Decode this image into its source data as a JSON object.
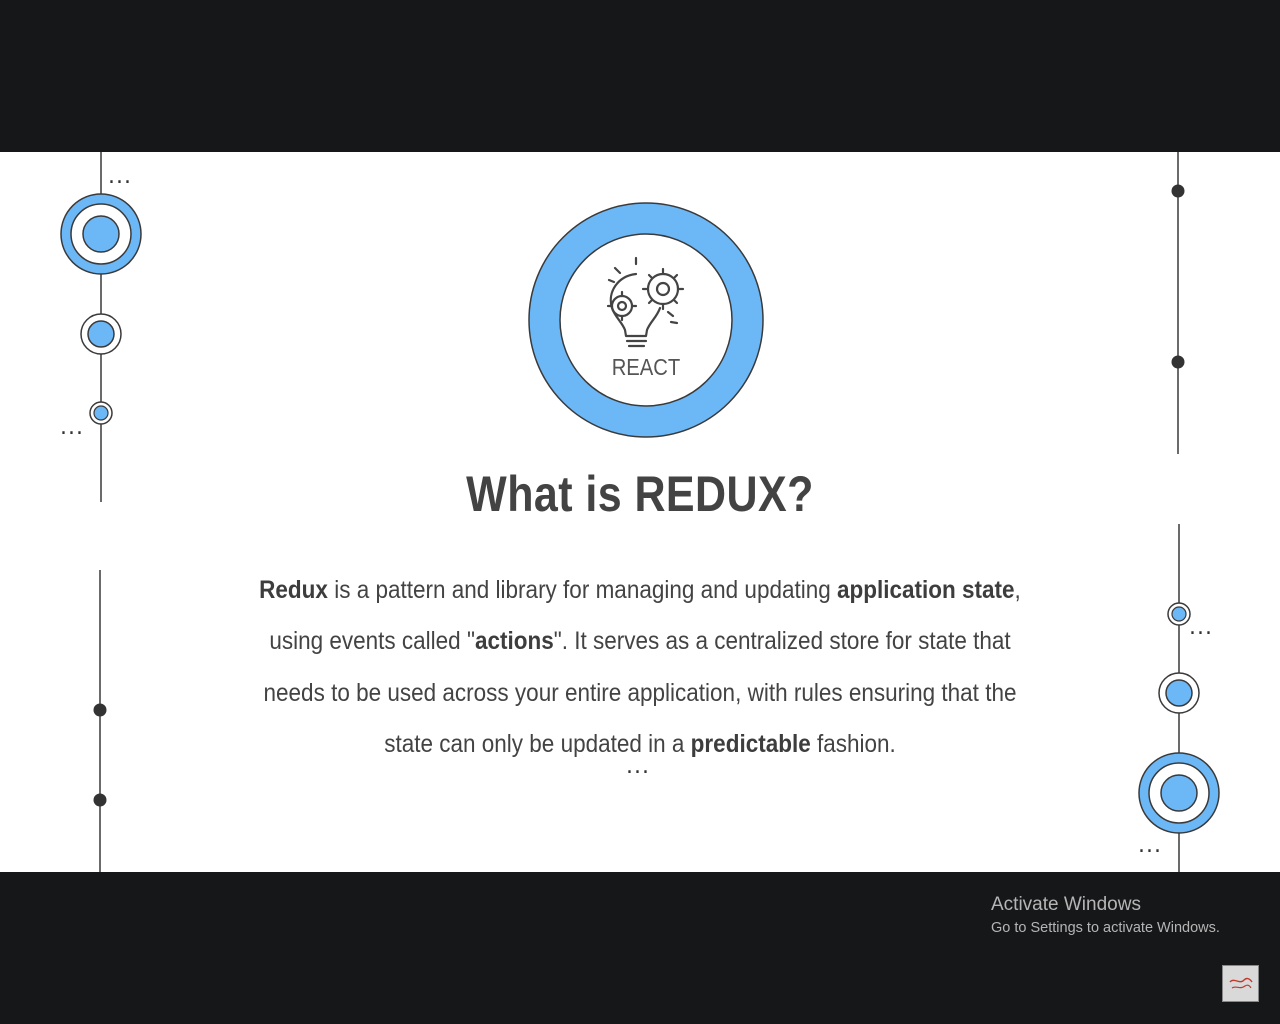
{
  "slide": {
    "badge_label": "REACT",
    "title": "What is REDUX?",
    "body_lines": [
      [
        {
          "text": "Redux",
          "bold": true
        },
        {
          "text": " is a pattern and library for managing and updating ",
          "bold": false
        },
        {
          "text": "application state",
          "bold": true
        },
        {
          "text": ",",
          "bold": false
        }
      ],
      [
        {
          "text": "using events called \"",
          "bold": false
        },
        {
          "text": "actions",
          "bold": true
        },
        {
          "text": "\". It serves as a centralized store for state that",
          "bold": false
        }
      ],
      [
        {
          "text": "needs to be used across your entire application, with rules ensuring that the",
          "bold": false
        }
      ],
      [
        {
          "text": "state can only be updated in a ",
          "bold": false
        },
        {
          "text": "predictable",
          "bold": true
        },
        {
          "text": " fashion.",
          "bold": false
        }
      ]
    ],
    "accent_color": "#6cb8f7",
    "ring_outline_color": "#3a3a3a",
    "decor_dots": "..."
  },
  "watermark": {
    "title": "Activate Windows",
    "subtitle": "Go to Settings to activate Windows."
  },
  "icons": {
    "central": "lightbulb-gears-icon",
    "corner": "channel-logo-icon"
  }
}
